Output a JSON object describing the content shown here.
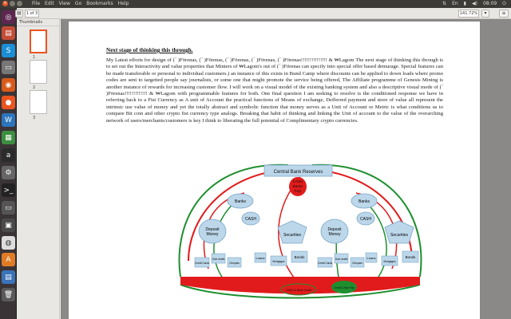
{
  "top_panel": {
    "menus": [
      "File",
      "Edit",
      "View",
      "Go",
      "Bookmarks",
      "Help"
    ],
    "clock": "08:09"
  },
  "toolbar": {
    "page_value": "1 of 3",
    "zoom_value": "141.72%"
  },
  "sidebar": {
    "title": "Thumbnails",
    "pages": [
      "1",
      "2",
      "3"
    ]
  },
  "document": {
    "heading": "Next stage of thinking this through.",
    "paragraph": "My Latest efforts for design of (‾ )Förenas, (‾ )Förenas, (‾ )Förenas, (‾ )Förenas, (‾ )Förenas!!!!!!!!!!!!!!! & ₩Lagom The next stage of thinking this through is to set out the Interactivity and value properties that Minters of ₩Lagom's out of (‾ )Förenas can specify into special offer based demurage. Special features can be made transferable or personal to individual customers.) an instance of this exists in Bund Camp where discounts can be applied to down loads where promo codes are sent to targetted people say journalists, or some one that might promote the service being offered, The Affiliate programme of Genesis Mining is another instance of rewards for increasing customer flow. I will work on a visual model of the existing banking system and also a descriptive visual mode of (‾ )Förenas!!!!!!!!!!!!! & ₩Lagom with programmable features for both. One final question I am seeking to resolve is the conditioned response we have in referring back to a Fist Currency as A unit of Account the practical functions of Means of exchange, Defferred payment and store of value all represent the intrinsic use value of money and yet the totally abstract and symbolic function that money serves as a Unit of Account or Metric is what conditions us to compare Bit coin and other crypto fist currency type analogs. Breaking that habit of thinking and linking the Unit of account to the value of the overarching network of users/merchants/customers is key I think to liberating the full potential of Complimentary crypto currencies."
  },
  "diagram": {
    "central_bank": "Central Bank Reserves",
    "cash_banks_pay": [
      "CASH",
      "Banks",
      "Pay!"
    ],
    "banks_left": "Banks",
    "banks_right": "Banks",
    "cash_left": "CASH",
    "cash_right": "CASH",
    "deposit_money_left": [
      "Deposit",
      "Money"
    ],
    "deposit_money_right": [
      "Deposit",
      "Money"
    ],
    "securities_left": "Securities",
    "securities_right": "Securities",
    "small_left": [
      "Credit Cards",
      "Over drafts",
      "Cheques",
      "Loans",
      "Mortgages",
      "Bonds"
    ],
    "small_right": [
      "Credit Cards",
      "Over drafts",
      "Cheques",
      "Loans",
      "Mortgages",
      "Bonds"
    ],
    "bottom_red": "CASH & Bank Credit",
    "bottom_green": "Credit Clear Pay"
  },
  "colors": {
    "accent": "#e95420",
    "box_fill": "#bcd7ea",
    "box_stroke": "#7aa6c8",
    "red": "#e11b1b",
    "green": "#1e8f2e"
  }
}
